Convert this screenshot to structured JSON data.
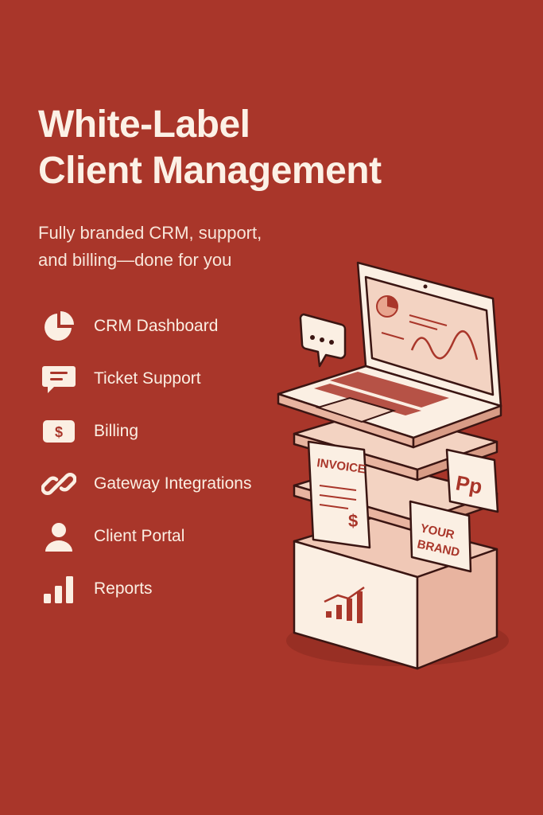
{
  "header": {
    "title_line1": "White-Label",
    "title_line2": "Client Management",
    "subtitle_line1": "Fully branded CRM, support,",
    "subtitle_line2": "and billing—done for you"
  },
  "features": [
    {
      "label": "CRM Dashboard",
      "icon": "pie-chart-icon"
    },
    {
      "label": "Ticket Support",
      "icon": "chat-bubble-icon"
    },
    {
      "label": "Billing",
      "icon": "dollar-icon"
    },
    {
      "label": "Gateway Integrations",
      "icon": "chain-link-icon"
    },
    {
      "label": "Client Portal",
      "icon": "user-icon"
    },
    {
      "label": "Reports",
      "icon": "bar-chart-icon"
    }
  ],
  "illustration": {
    "invoice_label": "INVOICE",
    "invoice_amount": "$",
    "pp_label": "Pp",
    "brand_line1": "YOUR",
    "brand_line2": "BRAND"
  },
  "colors": {
    "background": "#A9362A",
    "cream": "#FBEFE3",
    "outline": "#3A1512"
  }
}
